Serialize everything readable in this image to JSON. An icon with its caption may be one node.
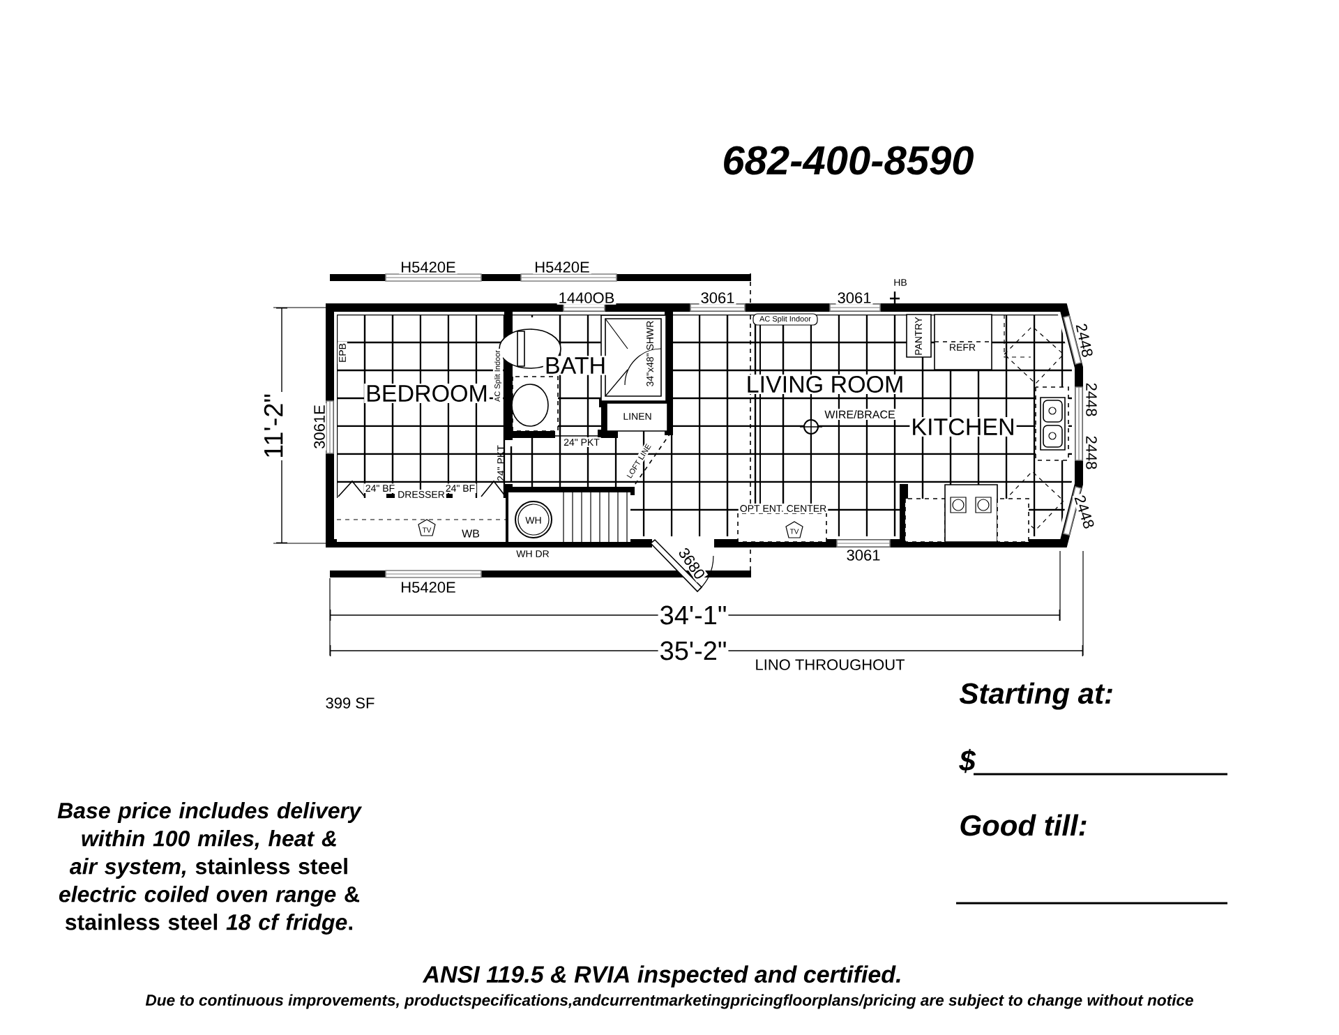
{
  "diagram": {
    "labels": [
      "682-400-8590",
      "H5420E",
      "H5420E",
      "1440OB",
      "3061",
      "3061",
      "HB",
      "AC Split Indoor",
      "PANTRY",
      "REFR",
      "2448",
      "EPB",
      "AC Split Indoor",
      "BATH",
      "34\"x48\" SHWR",
      "BEDROOM",
      "LIVING ROOM",
      "2448",
      "WIRE/BRACE",
      "LINEN",
      "KITCHEN",
      "3061E",
      "11'-2\"",
      "24\" PKT",
      "2448",
      "24\" PKT",
      "LOFT LINE",
      "24\" BF",
      "DRESSER",
      "24\" BF",
      "OPT ENT. CENTER",
      "WH",
      "2448",
      "TV",
      "WB",
      "TV",
      "WH DR",
      "3680",
      "3061",
      "H5420E",
      "34'-1\"",
      "35'-2\"",
      "LINO THROUGHOUT",
      "399 SF",
      "Starting at:",
      "$",
      "Good till:",
      "*Base price includes delivery within 100 miles, heat & air system,* stainless steel *electric coiled oven range* & stainless steel *18 cf fridge*.",
      "ANSI 119.5 & RVIA inspected and certified.",
      "*Due to continuous improvements, productspecifications,andcurrentmarketingpricingfloorplans/pricing are subject to change without notice*"
    ]
  }
}
